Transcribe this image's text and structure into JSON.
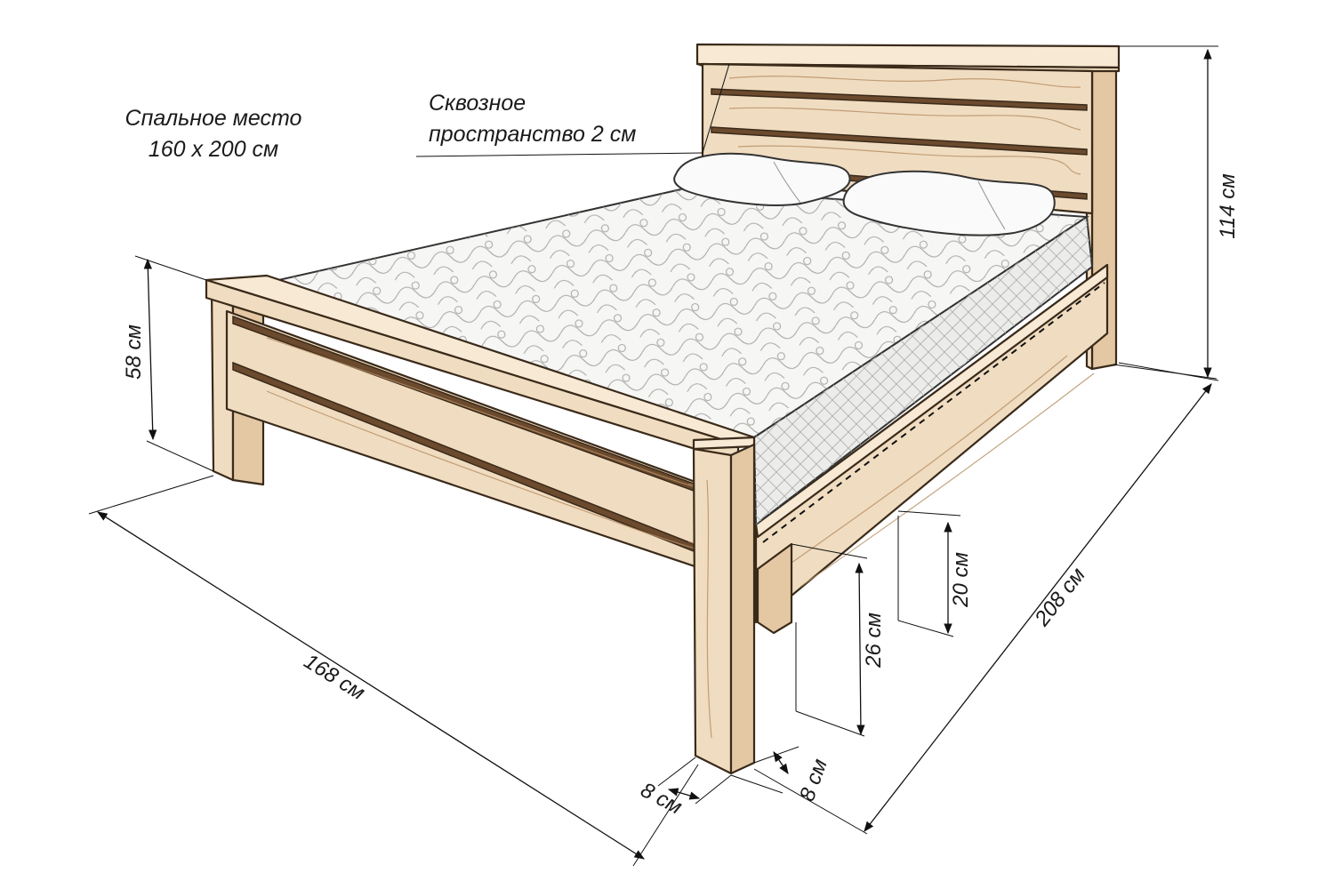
{
  "labels": {
    "sleep_area_line1": "Спальное место",
    "sleep_area_line2": "160 х 200 см",
    "gap_line1": "Сквозное",
    "gap_line2": "пространство 2 см"
  },
  "dimensions": {
    "headboard_height": "114 см",
    "footboard_height": "58 см",
    "width": "168 см",
    "length": "208 см",
    "rail_height": "20 см",
    "clearance_height": "26 см",
    "leg_width_front": "8 см",
    "leg_width_side": "8 см"
  },
  "colors": {
    "wood": "#f0dcc0",
    "outline": "#3a2a1a",
    "mattress": "#f6f6f4"
  }
}
